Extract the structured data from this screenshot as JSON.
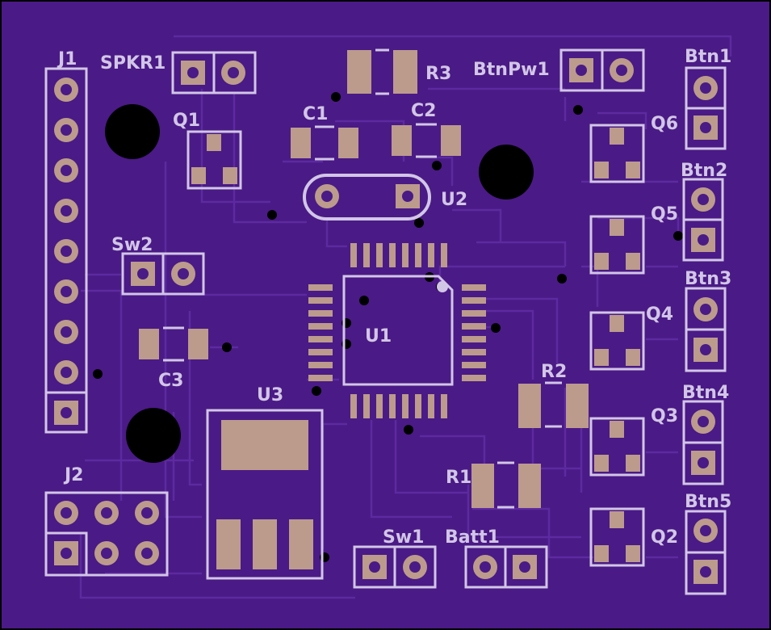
{
  "colors": {
    "board": "#4a1a86",
    "trace": "#5d2aa0",
    "silk": "#d2c6e6",
    "pad": "#bc9b8c",
    "hole": "#000000"
  },
  "labels": {
    "j1": "J1",
    "spkr1": "SPKR1",
    "r3": "R3",
    "btnpw1": "BtnPw1",
    "btn1": "Btn1",
    "q1": "Q1",
    "c1": "C1",
    "c2": "C2",
    "q6": "Q6",
    "u2": "U2",
    "btn2": "Btn2",
    "q5": "Q5",
    "sw2": "Sw2",
    "btn3": "Btn3",
    "q4": "Q4",
    "u1": "U1",
    "c3": "C3",
    "r2": "R2",
    "u3": "U3",
    "btn4": "Btn4",
    "q3": "Q3",
    "j2": "J2",
    "r1": "R1",
    "btn5": "Btn5",
    "q2": "Q2",
    "sw1": "Sw1",
    "batt1": "Batt1"
  }
}
